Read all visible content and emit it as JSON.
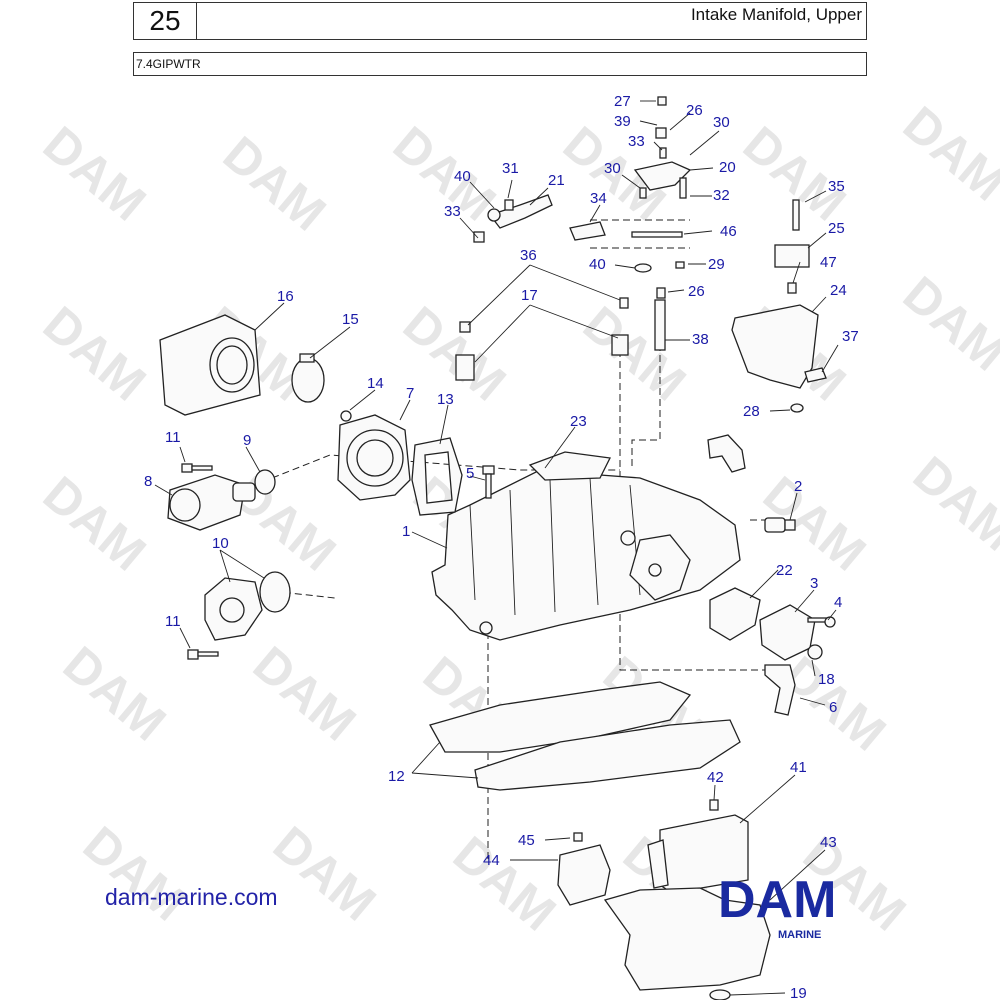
{
  "header": {
    "page_number": "25",
    "title": "Intake Manifold, Upper",
    "model": "7.4GIPWTR"
  },
  "footer": {
    "website": "dam-marine.com",
    "logo_text": "DAM",
    "logo_subtext": "MARINE"
  },
  "watermark_text": "DAM",
  "callouts": {
    "c1": "1",
    "c2": "2",
    "c3": "3",
    "c4": "4",
    "c5": "5",
    "c6": "6",
    "c7": "7",
    "c8": "8",
    "c9": "9",
    "c10": "10",
    "c11a": "11",
    "c11b": "11",
    "c12": "12",
    "c13": "13",
    "c14": "14",
    "c15": "15",
    "c16": "16",
    "c17": "17",
    "c18": "18",
    "c19": "19",
    "c20": "20",
    "c21": "21",
    "c22": "22",
    "c23": "23",
    "c24": "24",
    "c25": "25",
    "c26a": "26",
    "c26b": "26",
    "c27": "27",
    "c28": "28",
    "c29": "29",
    "c30a": "30",
    "c30b": "30",
    "c31": "31",
    "c32": "32",
    "c33a": "33",
    "c33b": "33",
    "c34": "34",
    "c35": "35",
    "c36": "36",
    "c37": "37",
    "c38": "38",
    "c39": "39",
    "c40a": "40",
    "c40b": "40",
    "c41": "41",
    "c42": "42",
    "c43": "43",
    "c44": "44",
    "c45": "45",
    "c46": "46",
    "c47": "47"
  },
  "colors": {
    "callout": "#1a1aa6",
    "logo": "#1a2aa0",
    "watermark": "#e6e6e6"
  }
}
